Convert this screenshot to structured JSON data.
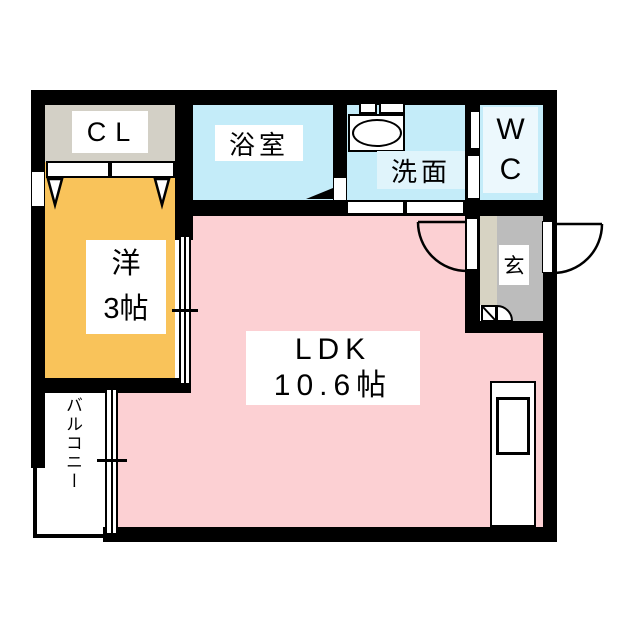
{
  "floorplan": {
    "title": "1LDK apartment floor plan",
    "rooms": {
      "closet": {
        "label": "CL"
      },
      "bathroom": {
        "label": "浴室"
      },
      "washroom": {
        "label": "洗面"
      },
      "toilet": {
        "label_line1": "W",
        "label_line2": "C"
      },
      "western_room": {
        "label_line1": "洋",
        "label_line2": "3帖"
      },
      "ldk": {
        "label_line1": "LDK",
        "label_line2": "10.6帖"
      },
      "entrance": {
        "label": "玄"
      },
      "balcony": {
        "label": "バルコニー"
      }
    },
    "colors": {
      "wall": "#000000",
      "western_room_floor": "#f9c35a",
      "ldk_floor": "#fcd0d3",
      "wet_area_floor": "#c4ecf9",
      "closet_floor": "#d3d0c6",
      "entrance_floor": "#bcbcbc",
      "entrance_step": "#d7d3c3",
      "label_box": "#ffffff",
      "washroom_label_box": "#e0f4fb",
      "toilet_label_box": "#ecf8fd"
    }
  }
}
